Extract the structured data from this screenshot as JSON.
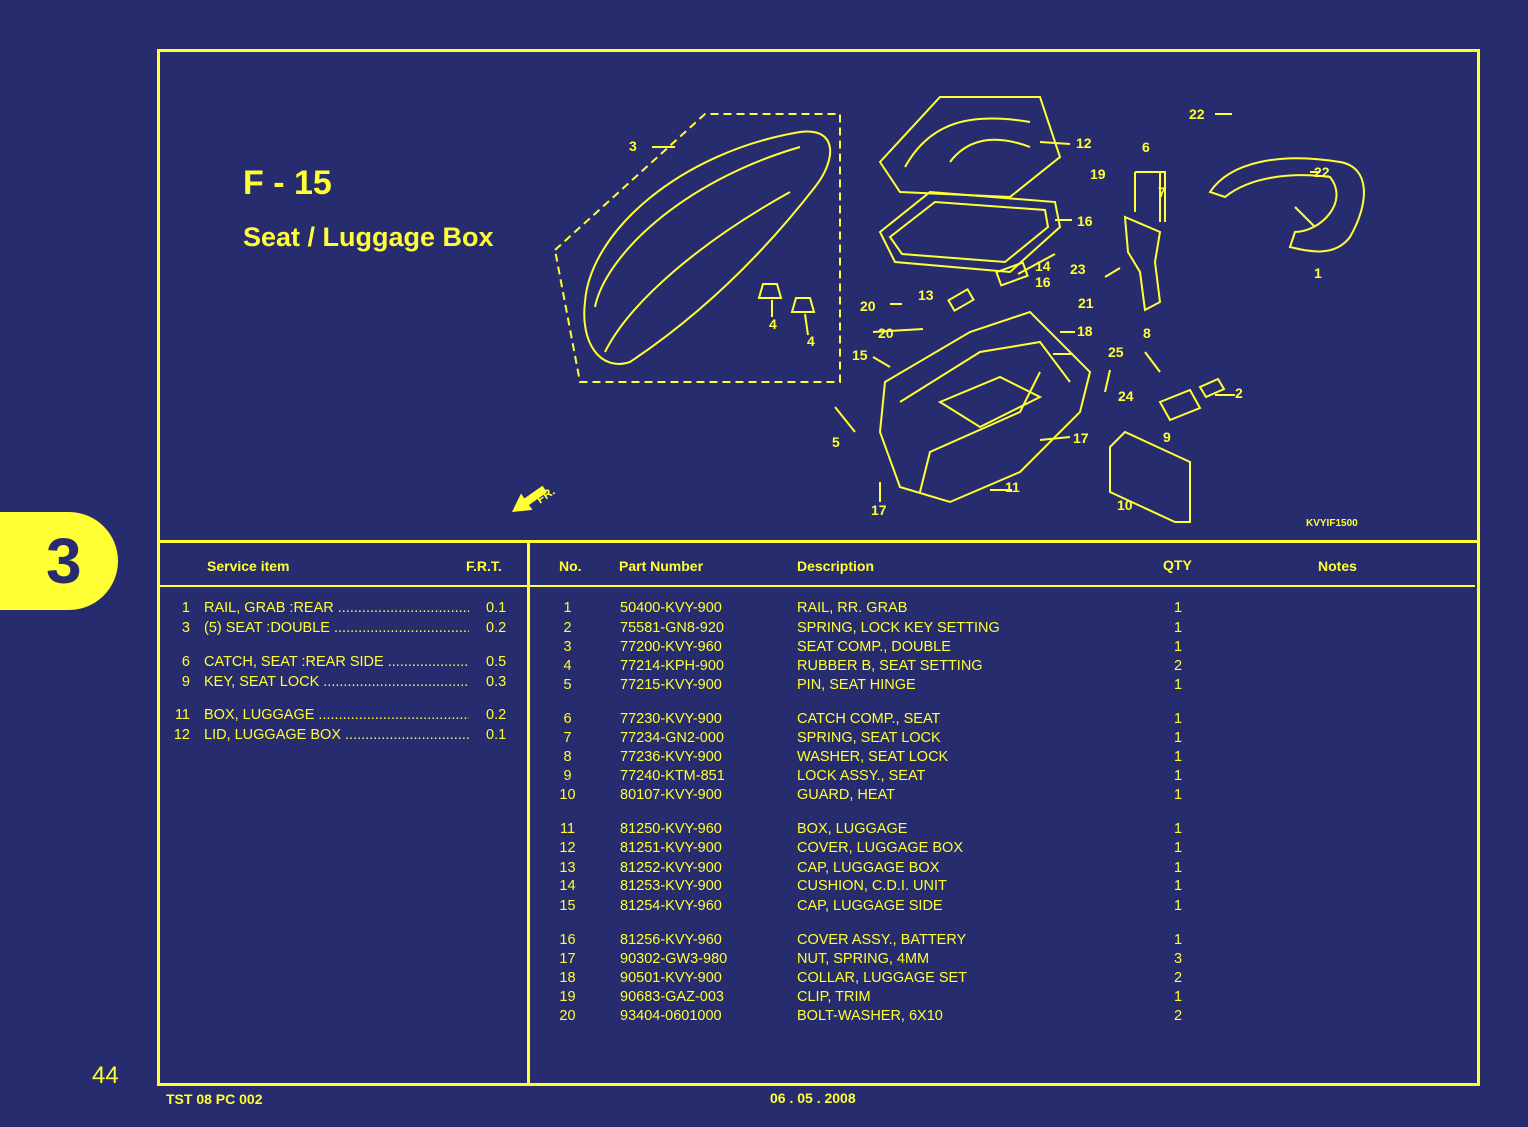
{
  "figure": {
    "code": "F - 15",
    "title": "Seat / Luggage Box",
    "drawing_code": "KVYIF1500",
    "fr_label": "FR."
  },
  "side_tab": "3",
  "page_number": "44",
  "footer": {
    "doc_code": "TST 08 PC 002",
    "date": "06 . 05 . 2008"
  },
  "colors": {
    "background": "#272c6e",
    "line": "#ffff33"
  },
  "service_table": {
    "headers": {
      "item": "Service item",
      "frt": "F.R.T."
    },
    "rows": [
      {
        "no": "1",
        "name": "RAIL, GRAB :REAR",
        "frt": "0.1"
      },
      {
        "no": "3",
        "name": "(5) SEAT :DOUBLE",
        "frt": "0.2"
      },
      {
        "no": "6",
        "name": "CATCH, SEAT :REAR SIDE",
        "frt": "0.5"
      },
      {
        "no": "9",
        "name": "KEY, SEAT LOCK",
        "frt": "0.3"
      },
      {
        "no": "11",
        "name": "BOX, LUGGAGE",
        "frt": "0.2"
      },
      {
        "no": "12",
        "name": "LID, LUGGAGE BOX",
        "frt": "0.1"
      }
    ]
  },
  "parts_table": {
    "headers": {
      "no": "No.",
      "part_number": "Part Number",
      "description": "Description",
      "qty": "QTY",
      "notes": "Notes"
    },
    "rows": [
      {
        "no": "1",
        "pn": "50400-KVY-900",
        "desc": "RAIL, RR. GRAB",
        "qty": "1"
      },
      {
        "no": "2",
        "pn": "75581-GN8-920",
        "desc": "SPRING, LOCK KEY SETTING",
        "qty": "1"
      },
      {
        "no": "3",
        "pn": "77200-KVY-960",
        "desc": "SEAT COMP., DOUBLE",
        "qty": "1"
      },
      {
        "no": "4",
        "pn": "77214-KPH-900",
        "desc": "RUBBER B, SEAT SETTING",
        "qty": "2"
      },
      {
        "no": "5",
        "pn": "77215-KVY-900",
        "desc": "PIN, SEAT HINGE",
        "qty": "1"
      },
      {
        "no": "6",
        "pn": "77230-KVY-900",
        "desc": "CATCH COMP., SEAT",
        "qty": "1"
      },
      {
        "no": "7",
        "pn": "77234-GN2-000",
        "desc": "SPRING, SEAT LOCK",
        "qty": "1"
      },
      {
        "no": "8",
        "pn": "77236-KVY-900",
        "desc": "WASHER, SEAT LOCK",
        "qty": "1"
      },
      {
        "no": "9",
        "pn": "77240-KTM-851",
        "desc": "LOCK ASSY., SEAT",
        "qty": "1"
      },
      {
        "no": "10",
        "pn": "80107-KVY-900",
        "desc": "GUARD, HEAT",
        "qty": "1"
      },
      {
        "no": "11",
        "pn": "81250-KVY-960",
        "desc": "BOX, LUGGAGE",
        "qty": "1"
      },
      {
        "no": "12",
        "pn": "81251-KVY-900",
        "desc": "COVER, LUGGAGE BOX",
        "qty": "1"
      },
      {
        "no": "13",
        "pn": "81252-KVY-900",
        "desc": "CAP, LUGGAGE BOX",
        "qty": "1"
      },
      {
        "no": "14",
        "pn": "81253-KVY-900",
        "desc": "CUSHION, C.D.I. UNIT",
        "qty": "1"
      },
      {
        "no": "15",
        "pn": "81254-KVY-960",
        "desc": "CAP, LUGGAGE SIDE",
        "qty": "1"
      },
      {
        "no": "16",
        "pn": "81256-KVY-960",
        "desc": "COVER ASSY., BATTERY",
        "qty": "1"
      },
      {
        "no": "17",
        "pn": "90302-GW3-980",
        "desc": "NUT, SPRING, 4MM",
        "qty": "3"
      },
      {
        "no": "18",
        "pn": "90501-KVY-900",
        "desc": "COLLAR, LUGGAGE SET",
        "qty": "2"
      },
      {
        "no": "19",
        "pn": "90683-GAZ-003",
        "desc": "CLIP, TRIM",
        "qty": "1"
      },
      {
        "no": "20",
        "pn": "93404-0601000",
        "desc": "BOLT-WASHER, 6X10",
        "qty": "2"
      }
    ]
  },
  "callouts": [
    "1",
    "2",
    "3",
    "4",
    "4",
    "5",
    "6",
    "7",
    "8",
    "9",
    "10",
    "11",
    "12",
    "13",
    "14",
    "16",
    "15",
    "16",
    "17",
    "17",
    "18",
    "19",
    "20",
    "20",
    "21",
    "22",
    "22",
    "23",
    "24",
    "25"
  ]
}
